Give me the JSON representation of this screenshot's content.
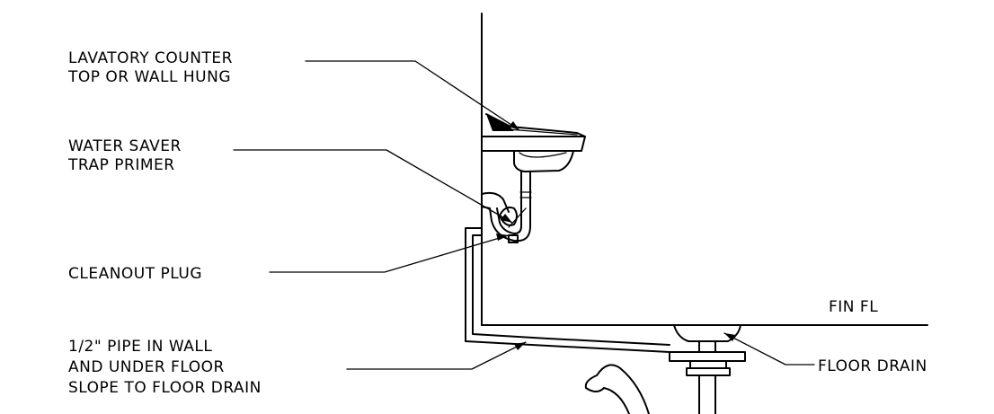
{
  "labels": {
    "lavatory_line1": "LAVATORY COUNTER",
    "lavatory_line2": "TOP OR WALL HUNG",
    "trap_primer_line1": "WATER SAVER",
    "trap_primer_line2": "TRAP PRIMER",
    "cleanout_plug": "CLEANOUT PLUG",
    "pipe_line1": "1/2\" PIPE IN WALL",
    "pipe_line2": "AND UNDER FLOOR",
    "pipe_line3": "SLOPE TO FLOOR DRAIN",
    "fin_fl": "FIN FL",
    "floor_drain": "FLOOR DRAIN"
  }
}
